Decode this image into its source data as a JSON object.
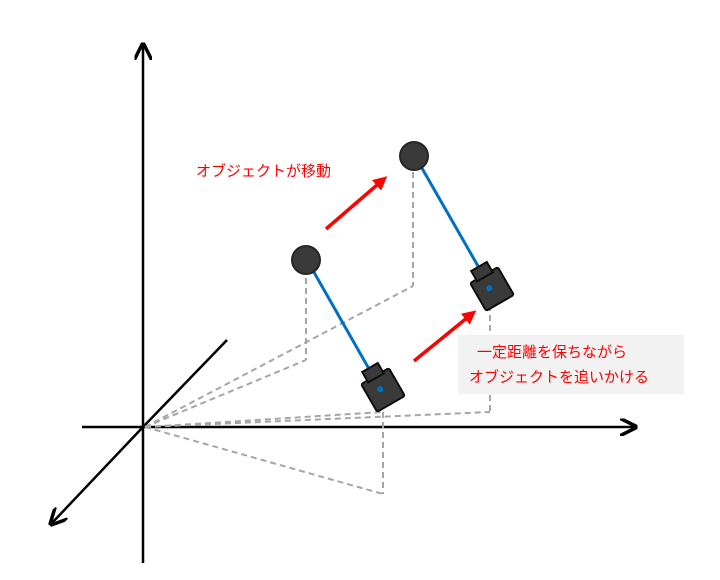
{
  "labels": {
    "object_moves": "オブジェクトが移動",
    "follow_line1": "一定距離を保ちながら",
    "follow_line2": "オブジェクトを追いかける"
  },
  "colors": {
    "axis": "#000000",
    "guide": "#a6a6a6",
    "tether": "#0070c0",
    "arrow": "#ff0000",
    "object": "#3a3a3a",
    "callout_bg": "#f2f2f2"
  }
}
